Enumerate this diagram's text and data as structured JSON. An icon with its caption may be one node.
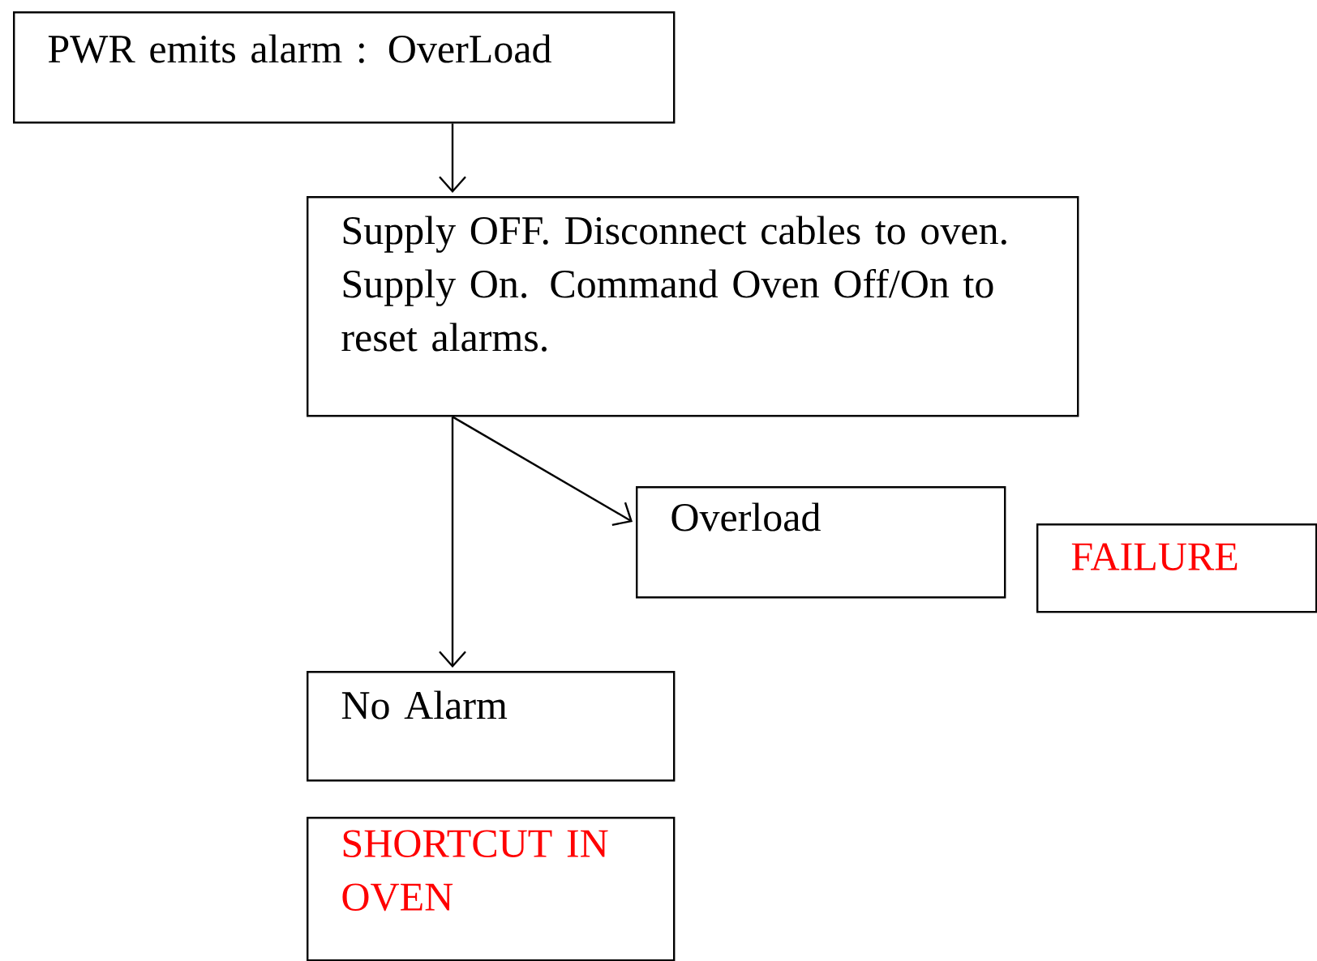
{
  "diagram": {
    "nodes": [
      {
        "text": [
          "PWR emits alarm : OverLoad"
        ]
      },
      {
        "text": [
          "Supply OFF. Disconnect cables to oven. Supply On. Command Oven Off/On  to reset alarms."
        ]
      },
      {
        "text": [
          "Overload"
        ]
      },
      {
        "text": [
          "FAILURE"
        ]
      },
      {
        "text": [
          "No Alarm"
        ]
      },
      {
        "text": [
          "SHORTCUT IN OVEN"
        ]
      }
    ],
    "edges": [
      {
        "from": 0,
        "to": 1,
        "arrow": "to"
      },
      {
        "from": 1,
        "to": 2,
        "arrow": "to"
      },
      {
        "from": 1,
        "to": 4,
        "arrow": "to"
      }
    ]
  }
}
